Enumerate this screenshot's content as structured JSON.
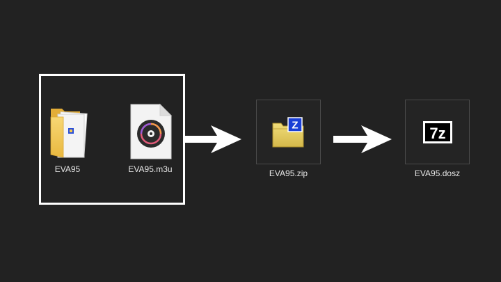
{
  "files": {
    "folder": {
      "label": "EVA95",
      "icon": "folder-icon"
    },
    "playlist": {
      "label": "EVA95.m3u",
      "icon": "music-disc-file-icon"
    },
    "zip": {
      "label": "EVA95.zip",
      "icon": "zip-folder-icon",
      "badge": "Z"
    },
    "dosz": {
      "label": "EVA95.dosz",
      "icon": "7z-archive-icon",
      "badge": "7z"
    }
  },
  "arrows": [
    {
      "icon": "arrow-right-icon"
    },
    {
      "icon": "arrow-right-icon"
    }
  ],
  "colors": {
    "background": "#222222",
    "selection_border": "#ffffff",
    "label": "#e6e6e6",
    "folder_yellow": "#f2c94c",
    "zip_badge_blue": "#1a3fd6"
  }
}
